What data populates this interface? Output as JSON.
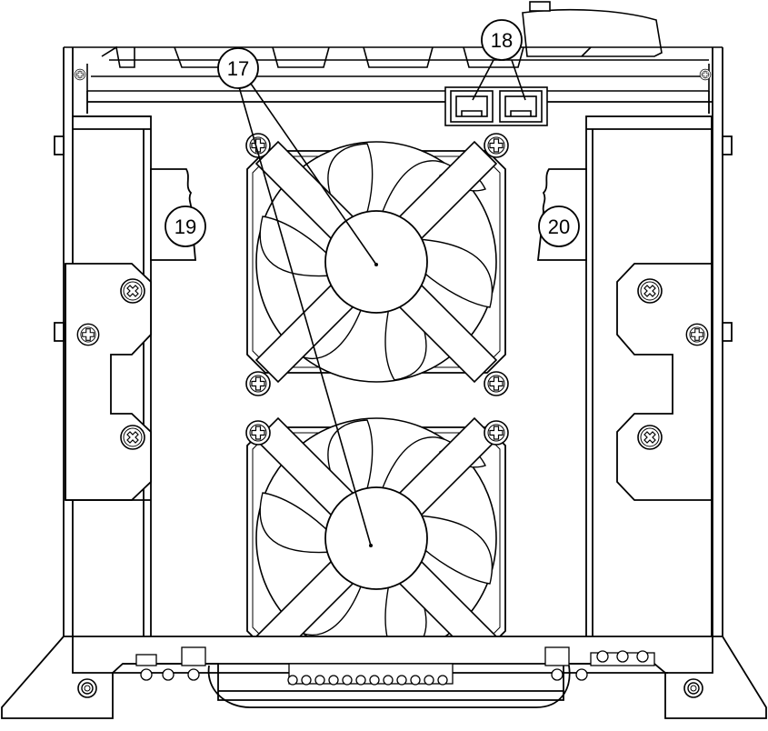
{
  "callouts": {
    "fans": "17",
    "ports": "18",
    "left_module": "19",
    "right_module": "20"
  },
  "colors": {
    "line": "#000000",
    "background": "#ffffff",
    "fan_hub": "#ffffff"
  },
  "icons": {
    "screw": "phillips-screw-icon",
    "captive_screw": "captive-screw-icon",
    "mount_hole": "mounting-hole-icon",
    "rj45": "rj45-port-icon"
  }
}
